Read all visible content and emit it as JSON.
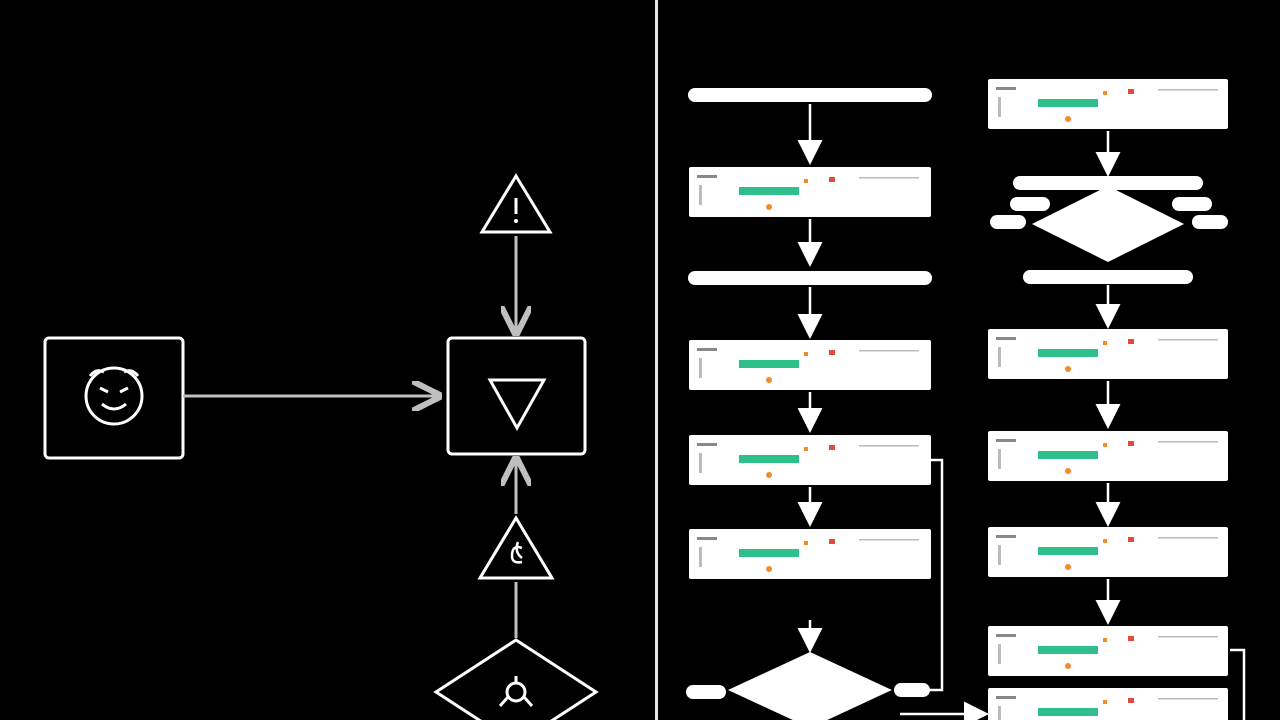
{
  "colors": {
    "background": "#000000",
    "stroke": "#ffffff",
    "connector": "#bfbfbf",
    "card": "#ffffff",
    "accent_green": "#2fbf8a",
    "accent_orange": "#f28c28",
    "accent_red": "#e04b3c",
    "bar_dark": "#3a3a3a"
  },
  "left_panel": {
    "start_icon": "face-icon",
    "merge_icon": "triangle-down-icon",
    "warning_icon": "exclamation-icon",
    "mid_icon": "curl-icon",
    "bottom_icon": "molecule-icon"
  },
  "right_panel": {
    "column_a": [
      "pill",
      "card",
      "pill",
      "card",
      "card",
      "card",
      "diamond"
    ],
    "column_b": [
      "card",
      "pill",
      "diamond",
      "pill",
      "card",
      "card",
      "card",
      "card",
      "card"
    ]
  }
}
